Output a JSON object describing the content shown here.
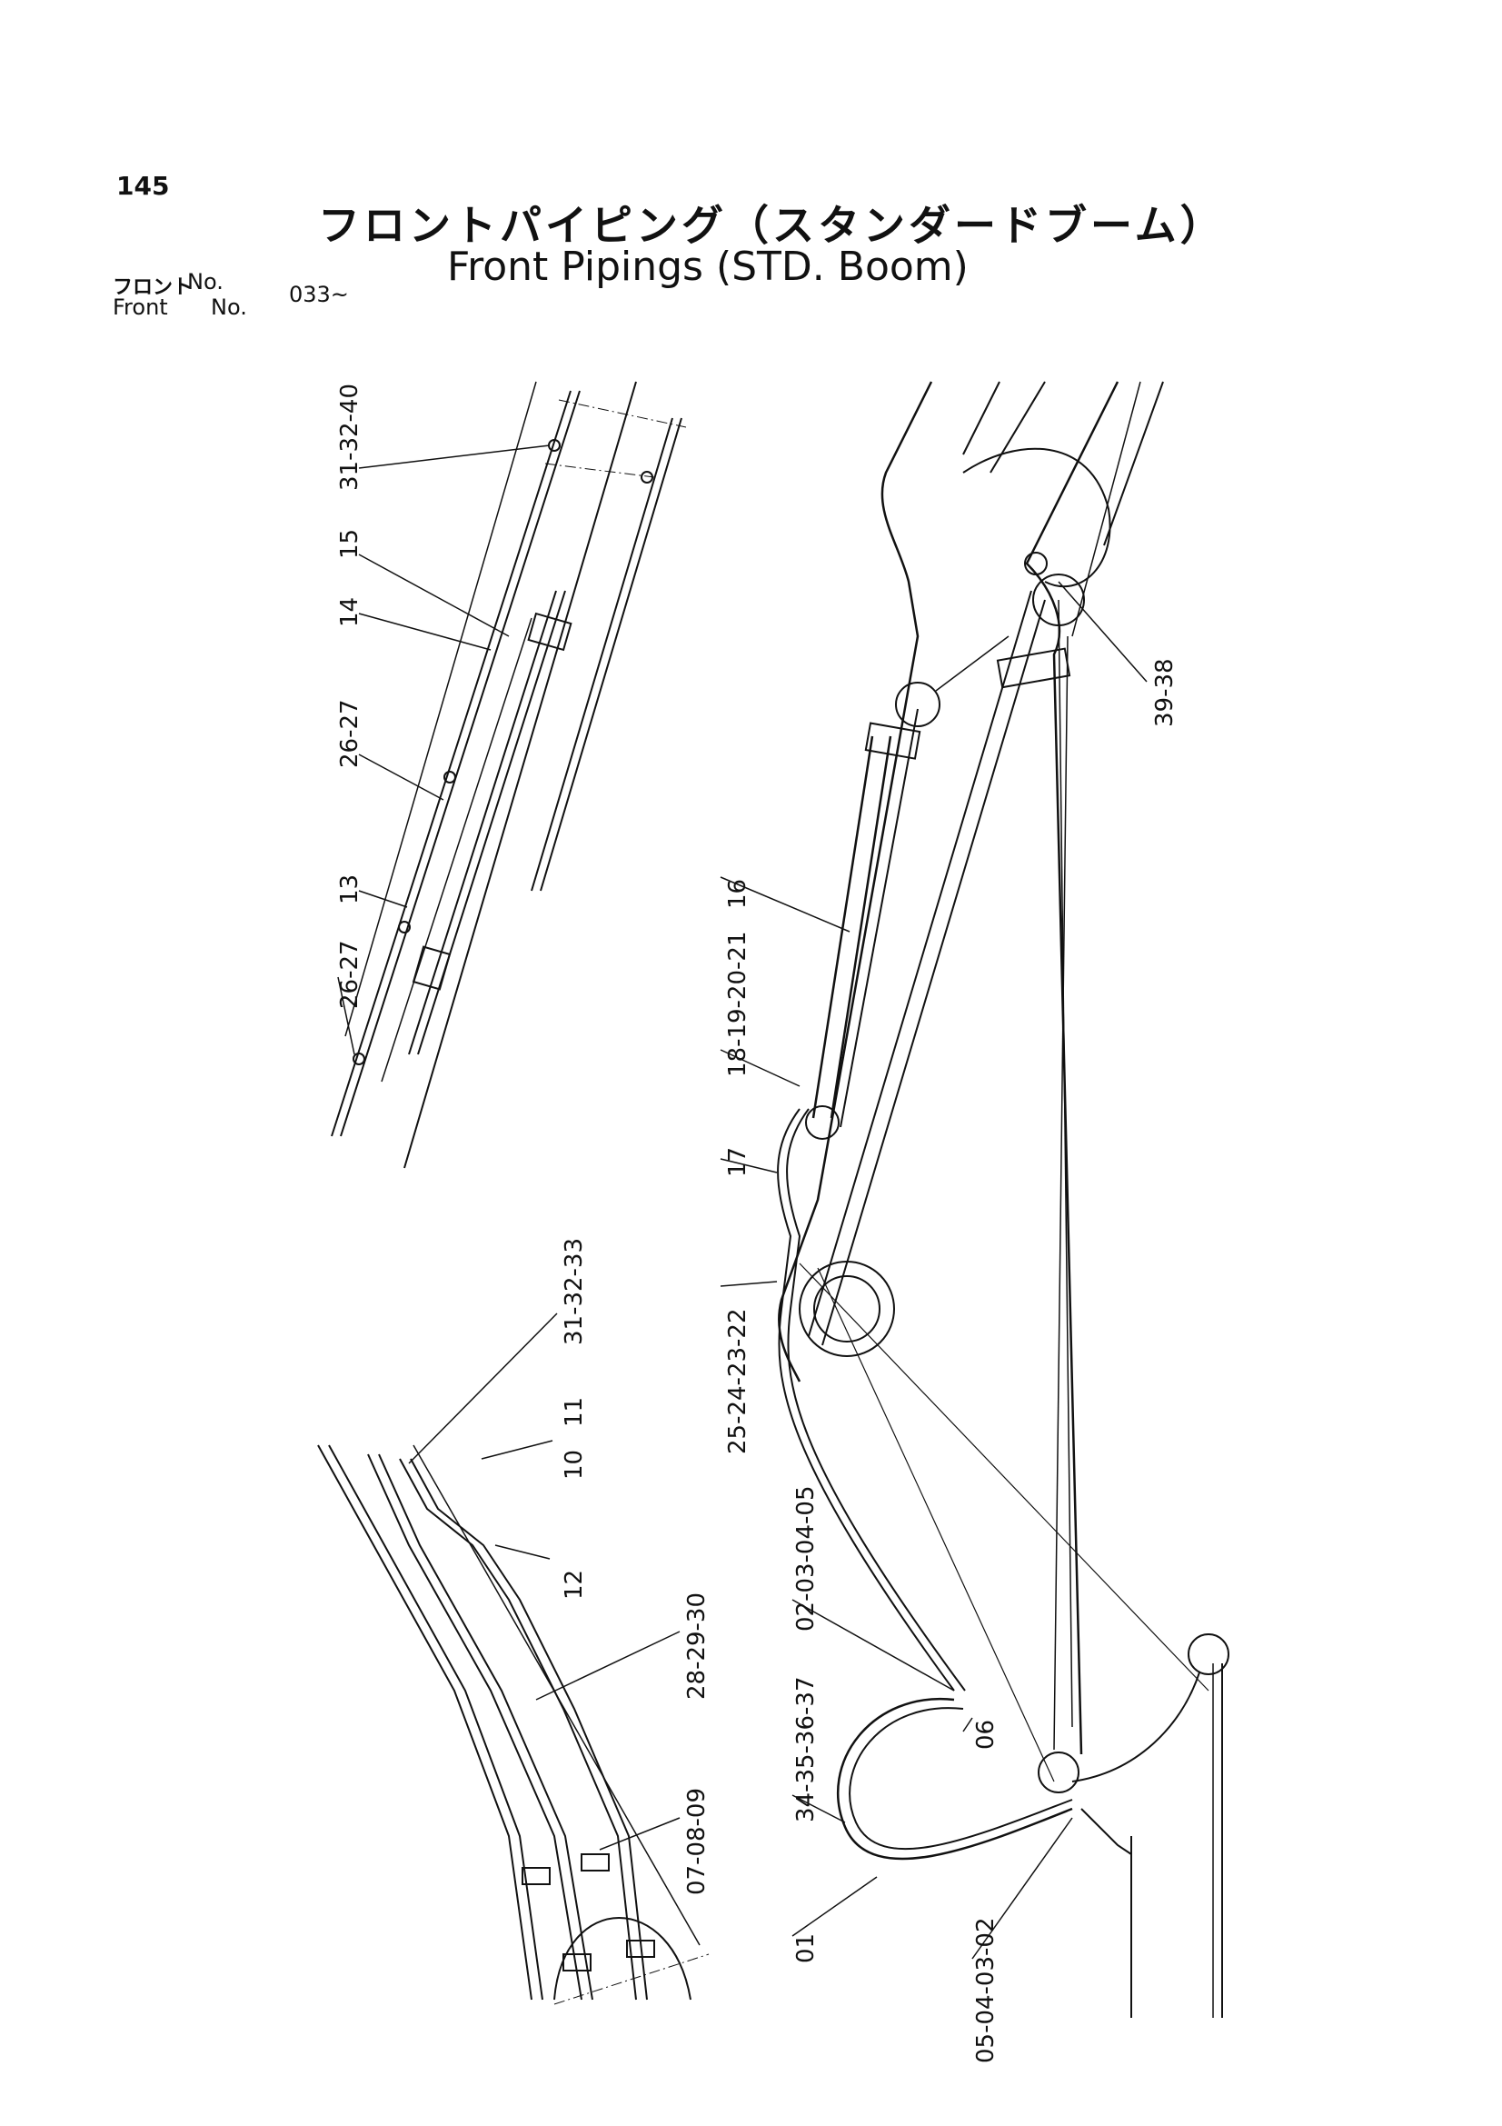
{
  "header": {
    "page_number": "145",
    "title_jp": "フロントパイピング（スタンダードブーム）",
    "title_en": "Front Pipings (STD. Boom)",
    "front_label_jp": "フロント",
    "front_no_1": "No.",
    "front_label_en": "Front",
    "front_no_2": "No.",
    "front_range": "033~"
  },
  "callouts": {
    "upper_left": [
      "31-32-40",
      "15",
      "14",
      "26-27",
      "13",
      "26-27"
    ],
    "lower_left": [
      "31-32-33",
      "10",
      "11",
      "12",
      "28-29-30",
      "07-08-09"
    ],
    "main": [
      "39-38",
      "16",
      "18-19-20-21",
      "17",
      "25-24-23-22",
      "02-03-04-05",
      "34-35-36-37",
      "06",
      "01",
      "05-04-03-02"
    ]
  }
}
